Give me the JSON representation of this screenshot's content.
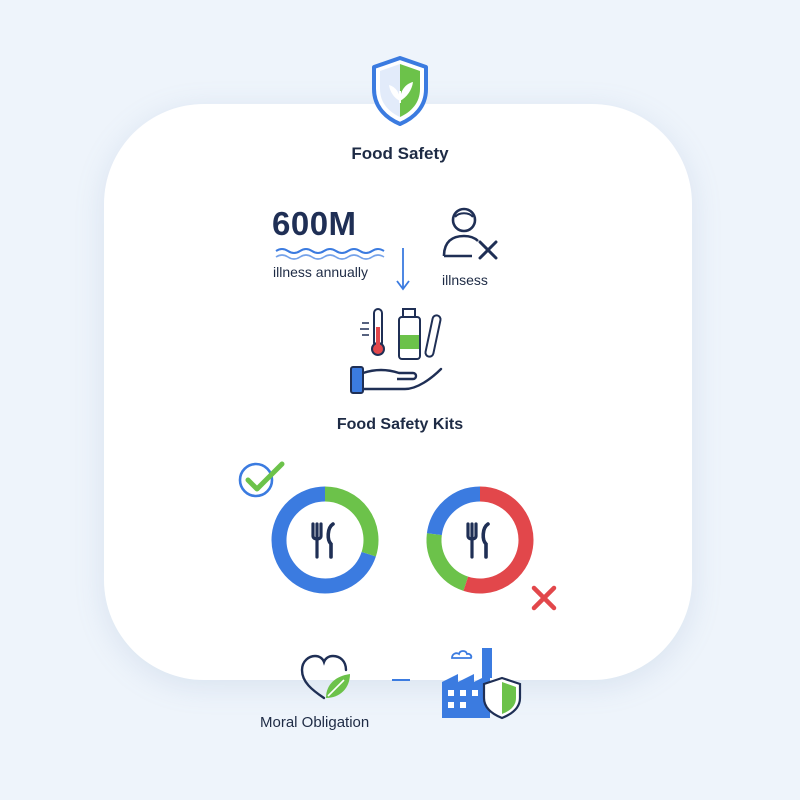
{
  "header": {
    "title": "Food Safety",
    "icon": "shield-leaf-icon"
  },
  "stats": {
    "value": "600M",
    "caption": "illness annually",
    "person_label": "illnsess"
  },
  "kits": {
    "label": "Food Safety Kits"
  },
  "donuts": {
    "left": {
      "fraction_green": 0.3,
      "status": "checked"
    },
    "right": {
      "fraction_red": 0.55,
      "status": "rejected"
    }
  },
  "footer": {
    "moral_label": "Moral Obligation"
  },
  "colors": {
    "blue": "#3b7be0",
    "green": "#6cc24a",
    "red": "#e2474b",
    "navy": "#1f2f55"
  }
}
